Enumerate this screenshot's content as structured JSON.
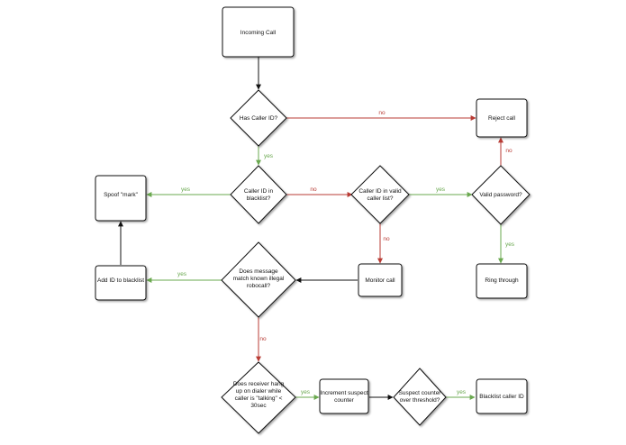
{
  "diagram": {
    "colors": {
      "yes": "#6aa84f",
      "no": "#b83b34",
      "neutral": "#111111"
    },
    "nodes": {
      "incoming_call": "Incoming Call",
      "has_caller_id": "Has Caller ID?",
      "reject_call": "Reject call",
      "caller_id_blacklist": "Caller ID in blacklist?",
      "caller_id_valid_list": "Caller ID in valid caller list?",
      "valid_password": "Valid password?",
      "spoof_mark": "Spoof \"mark\"",
      "add_id_blacklist": "Add ID to blacklist",
      "message_match": "Does message match known illegal robocall?",
      "monitor_call": "Monitor call",
      "ring_through": "Ring through",
      "receiver_hang_up": "Does receiver hang up on dialer while caller is \"talking\" < 30sec",
      "increment_counter": "Increment suspect counter",
      "counter_threshold": "Suspect counter over threshold?",
      "blacklist_caller": "Blacklist caller ID"
    },
    "edge_labels": {
      "has_id_no": "no",
      "has_id_yes": "yes",
      "blacklist_yes": "yes",
      "blacklist_no": "no",
      "valid_list_yes": "yes",
      "valid_list_no": "no",
      "password_no": "no",
      "password_yes": "yes",
      "match_yes": "yes",
      "match_no": "no",
      "hangup_yes": "yes",
      "threshold_yes": "yes"
    }
  }
}
